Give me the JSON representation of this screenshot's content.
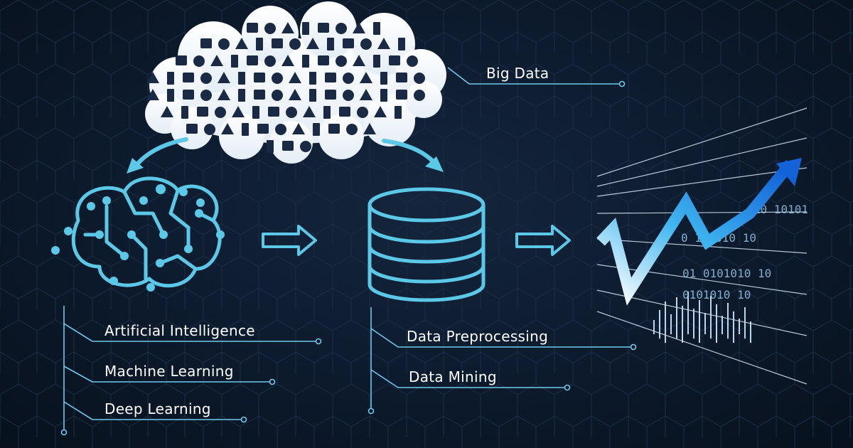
{
  "diagram": {
    "big_data_label": "Big Data",
    "ai_items": [
      "Artificial Intelligence",
      "Machine Learning",
      "Deep Learning"
    ],
    "data_items": [
      "Data Preprocessing",
      "Data Mining"
    ],
    "chart_binary": [
      "10 10101",
      "0 101010 10",
      "01 0101010 10",
      "0101010 10"
    ]
  },
  "colors": {
    "background": "#0b1626",
    "accent": "#5ac8e6",
    "line": "#6fc9ec",
    "text": "#ffffff"
  }
}
